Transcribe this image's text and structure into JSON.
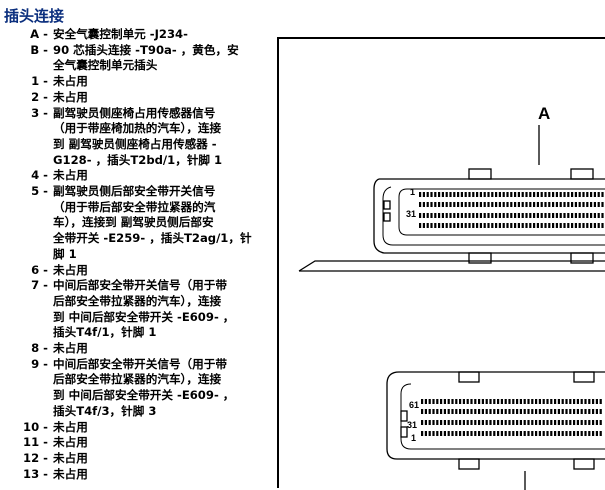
{
  "section_title": "插头连接",
  "items": [
    {
      "key": "A -",
      "lines": [
        "安全气囊控制单元 -J234-"
      ]
    },
    {
      "key": "B -",
      "lines": [
        "90 芯插头连接 -T90a- ，黄色，安",
        "全气囊控制单元插头"
      ]
    },
    {
      "key": "1 -",
      "lines": [
        "未占用"
      ]
    },
    {
      "key": "2 -",
      "lines": [
        "未占用"
      ]
    },
    {
      "key": "3 -",
      "lines": [
        "副驾驶员侧座椅占用传感器信号",
        "（用于带座椅加热的汽车），连接",
        "到 副驾驶员侧座椅占用传感器 -",
        "G128- ，插头T2bd/1，针脚 1"
      ]
    },
    {
      "key": "4 -",
      "lines": [
        "未占用"
      ]
    },
    {
      "key": "5 -",
      "lines": [
        "副驾驶员侧后部安全带开关信号",
        "（用于带后部安全带拉紧器的汽",
        "车），连接到 副驾驶员侧后部安",
        "全带开关 -E259- ，插头T2ag/1，针",
        "脚 1"
      ]
    },
    {
      "key": "6 -",
      "lines": [
        "未占用"
      ]
    },
    {
      "key": "7 -",
      "lines": [
        "中间后部安全带开关信号（用于带",
        "后部安全带拉紧器的汽车），连接",
        "到 中间后部安全带开关 -E609- ，",
        "插头T4f/1，针脚 1"
      ]
    },
    {
      "key": "8 -",
      "lines": [
        "未占用"
      ]
    },
    {
      "key": "9 -",
      "lines": [
        "中间后部安全带开关信号（用于带",
        "后部安全带拉紧器的汽车），连接",
        "到 中间后部安全带开关 -E609- ，",
        "插头T4f/3，针脚 3"
      ]
    },
    {
      "key": "10 -",
      "lines": [
        "未占用"
      ]
    },
    {
      "key": "11 -",
      "lines": [
        "未占用"
      ]
    },
    {
      "key": "12 -",
      "lines": [
        "未占用"
      ]
    },
    {
      "key": "13 -",
      "lines": [
        "未占用"
      ]
    }
  ],
  "diagram": {
    "label_a": "A",
    "upper_pin_labels": [
      "1",
      "31"
    ],
    "lower_pin_labels": [
      "61",
      "31",
      "1"
    ]
  }
}
